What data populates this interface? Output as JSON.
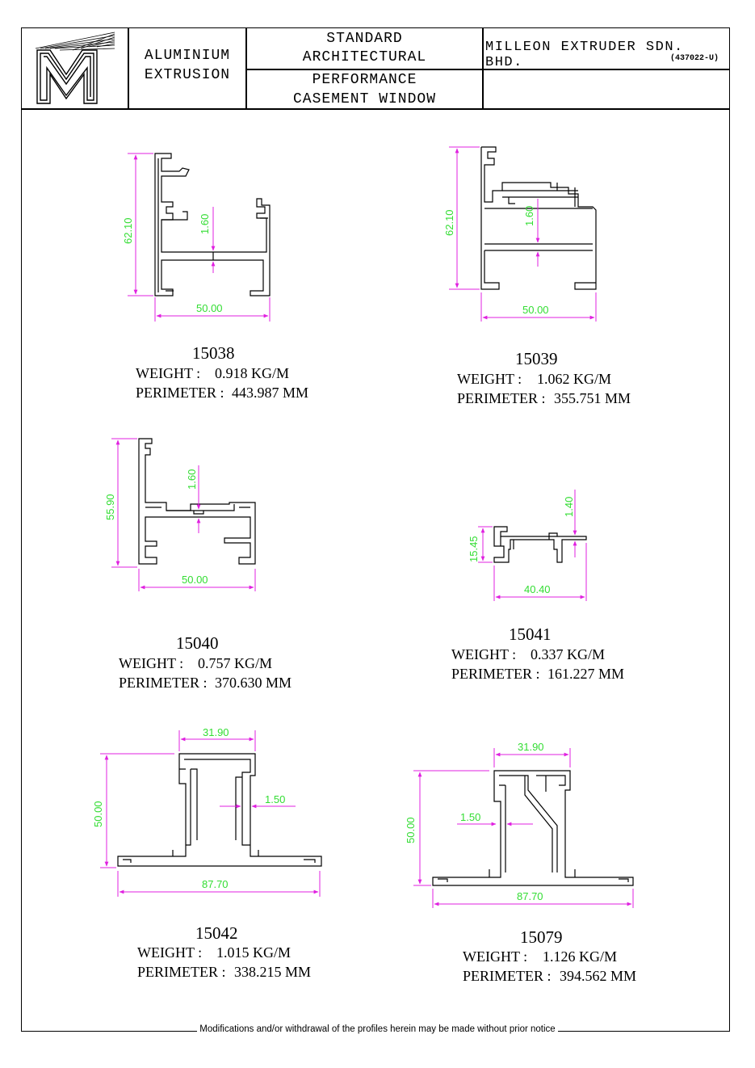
{
  "header": {
    "logo_text": "M",
    "category": [
      "ALUMINIUM",
      "EXTRUSION"
    ],
    "series": [
      "STANDARD",
      "ARCHITECTURAL"
    ],
    "product": [
      "PERFORMANCE",
      "CASEMENT WINDOW"
    ],
    "company": "MILLEON EXTRUDER SDN. BHD.",
    "reg_no": "(437022-U)"
  },
  "colors": {
    "dimension_line": "#e020e0",
    "dimension_text": "#33dd33",
    "profile_line": "#000000"
  },
  "profiles": [
    {
      "code": "15038",
      "weight_label": "WEIGHT :",
      "weight": "0.918 KG/M",
      "perimeter_label": "PERIMETER :",
      "perimeter": "443.987 MM",
      "dims": {
        "height": "62.10",
        "width": "50.00",
        "thickness": "1.60"
      }
    },
    {
      "code": "15039",
      "weight_label": "WEIGHT :",
      "weight": "1.062 KG/M",
      "perimeter_label": "PERIMETER :",
      "perimeter": "355.751 MM",
      "dims": {
        "height": "62.10",
        "width": "50.00",
        "thickness": "1.60"
      }
    },
    {
      "code": "15040",
      "weight_label": "WEIGHT :",
      "weight": "0.757 KG/M",
      "perimeter_label": "PERIMETER :",
      "perimeter": "370.630 MM",
      "dims": {
        "height": "55.90",
        "width": "50.00",
        "thickness": "1.60"
      }
    },
    {
      "code": "15041",
      "weight_label": "WEIGHT :",
      "weight": "0.337 KG/M",
      "perimeter_label": "PERIMETER :",
      "perimeter": "161.227 MM",
      "dims": {
        "height": "15.45",
        "width": "40.40",
        "thickness": "1.40"
      }
    },
    {
      "code": "15042",
      "weight_label": "WEIGHT :",
      "weight": "1.015 KG/M",
      "perimeter_label": "PERIMETER :",
      "perimeter": "338.215 MM",
      "dims": {
        "height": "50.00",
        "width": "87.70",
        "top_width": "31.90",
        "thickness": "1.50"
      }
    },
    {
      "code": "15079",
      "weight_label": "WEIGHT :",
      "weight": "1.126 KG/M",
      "perimeter_label": "PERIMETER :",
      "perimeter": "394.562 MM",
      "dims": {
        "height": "50.00",
        "width": "87.70",
        "top_width": "31.90",
        "thickness": "1.50"
      }
    }
  ],
  "footer": "Modifications and/or withdrawal of the profiles herein may be made without prior notice"
}
